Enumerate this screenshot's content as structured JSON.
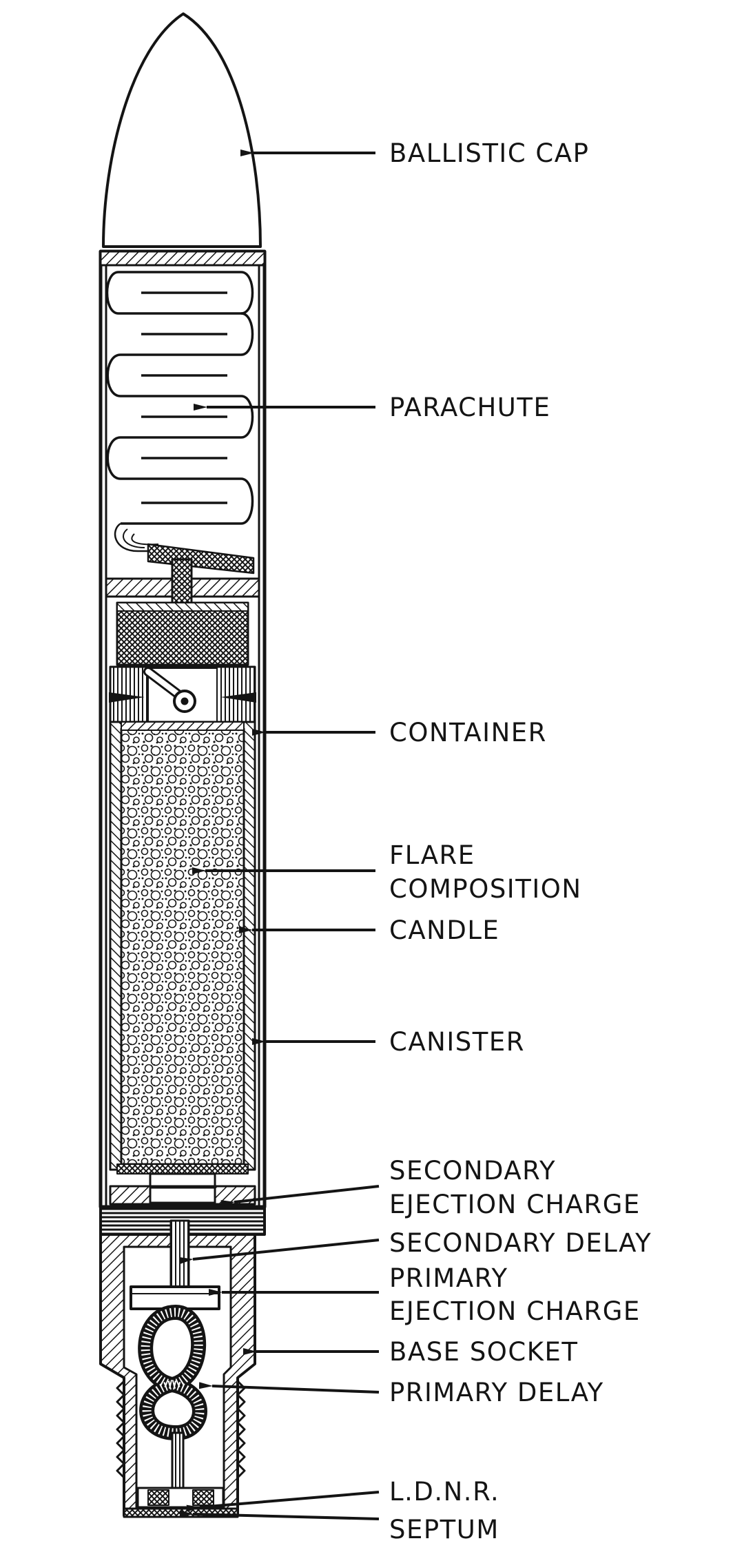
{
  "labels": {
    "ballistic_cap": "BALLISTIC CAP",
    "parachute": "PARACHUTE",
    "container": "CONTAINER",
    "flare_composition_1": "FLARE",
    "flare_composition_2": "COMPOSITION",
    "candle": "CANDLE",
    "canister": "CANISTER",
    "secondary_ejection_charge_1": "SECONDARY",
    "secondary_ejection_charge_2": "EJECTION CHARGE",
    "secondary_delay": "SECONDARY DELAY",
    "primary_ejection_charge_1": "PRIMARY",
    "primary_ejection_charge_2": "EJECTION CHARGE",
    "base_socket": "BASE SOCKET",
    "primary_delay": "PRIMARY DELAY",
    "ldnr": "L.D.N.R.",
    "septum": "SEPTUM"
  },
  "colors": {
    "ink": "#141414",
    "paper": "#ffffff"
  }
}
